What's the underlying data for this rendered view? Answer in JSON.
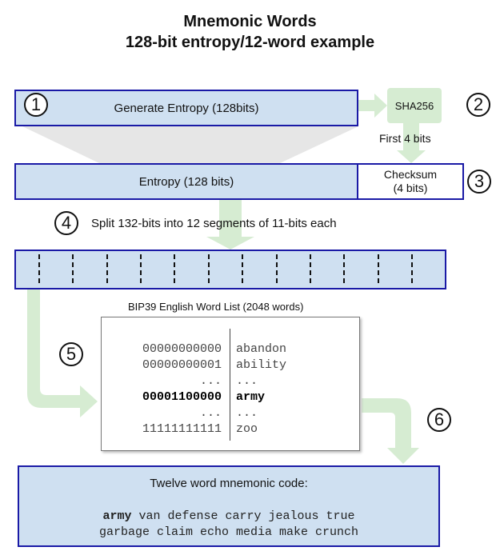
{
  "title": {
    "line1": "Mnemonic Words",
    "line2": "128-bit entropy/12-word example"
  },
  "steps": [
    "1",
    "2",
    "3",
    "4",
    "5",
    "6"
  ],
  "generate_entropy": "Generate Entropy (128bits)",
  "sha256": "SHA256",
  "first_bits": "First 4 bits",
  "entropy": "Entropy (128 bits)",
  "checksum": {
    "line1": "Checksum",
    "line2": "(4 bits)"
  },
  "split_text": "Split 132-bits into 12 segments of 11-bits each",
  "segments": 12,
  "wordlist": {
    "title": "BIP39 English Word List (2048 words)",
    "rows": [
      {
        "bits": "00000000000",
        "word": "abandon",
        "bold": false
      },
      {
        "bits": "00000000001",
        "word": "ability",
        "bold": false
      },
      {
        "bits": "...",
        "word": "...",
        "bold": false
      },
      {
        "bits": "00001100000",
        "word": "army",
        "bold": true
      },
      {
        "bits": "...",
        "word": "...",
        "bold": false
      },
      {
        "bits": "11111111111",
        "word": "zoo",
        "bold": false
      }
    ]
  },
  "mnemonic": {
    "title": "Twelve word mnemonic code:",
    "first_word": "army",
    "line1_rest": " van defense carry jealous true",
    "line2": "garbage claim echo media make crunch"
  },
  "colors": {
    "box_fill": "#cfe0f1",
    "box_border": "#1a1aa6",
    "arrow": "#d6ecd2",
    "funnel": "#e6e6e6"
  }
}
